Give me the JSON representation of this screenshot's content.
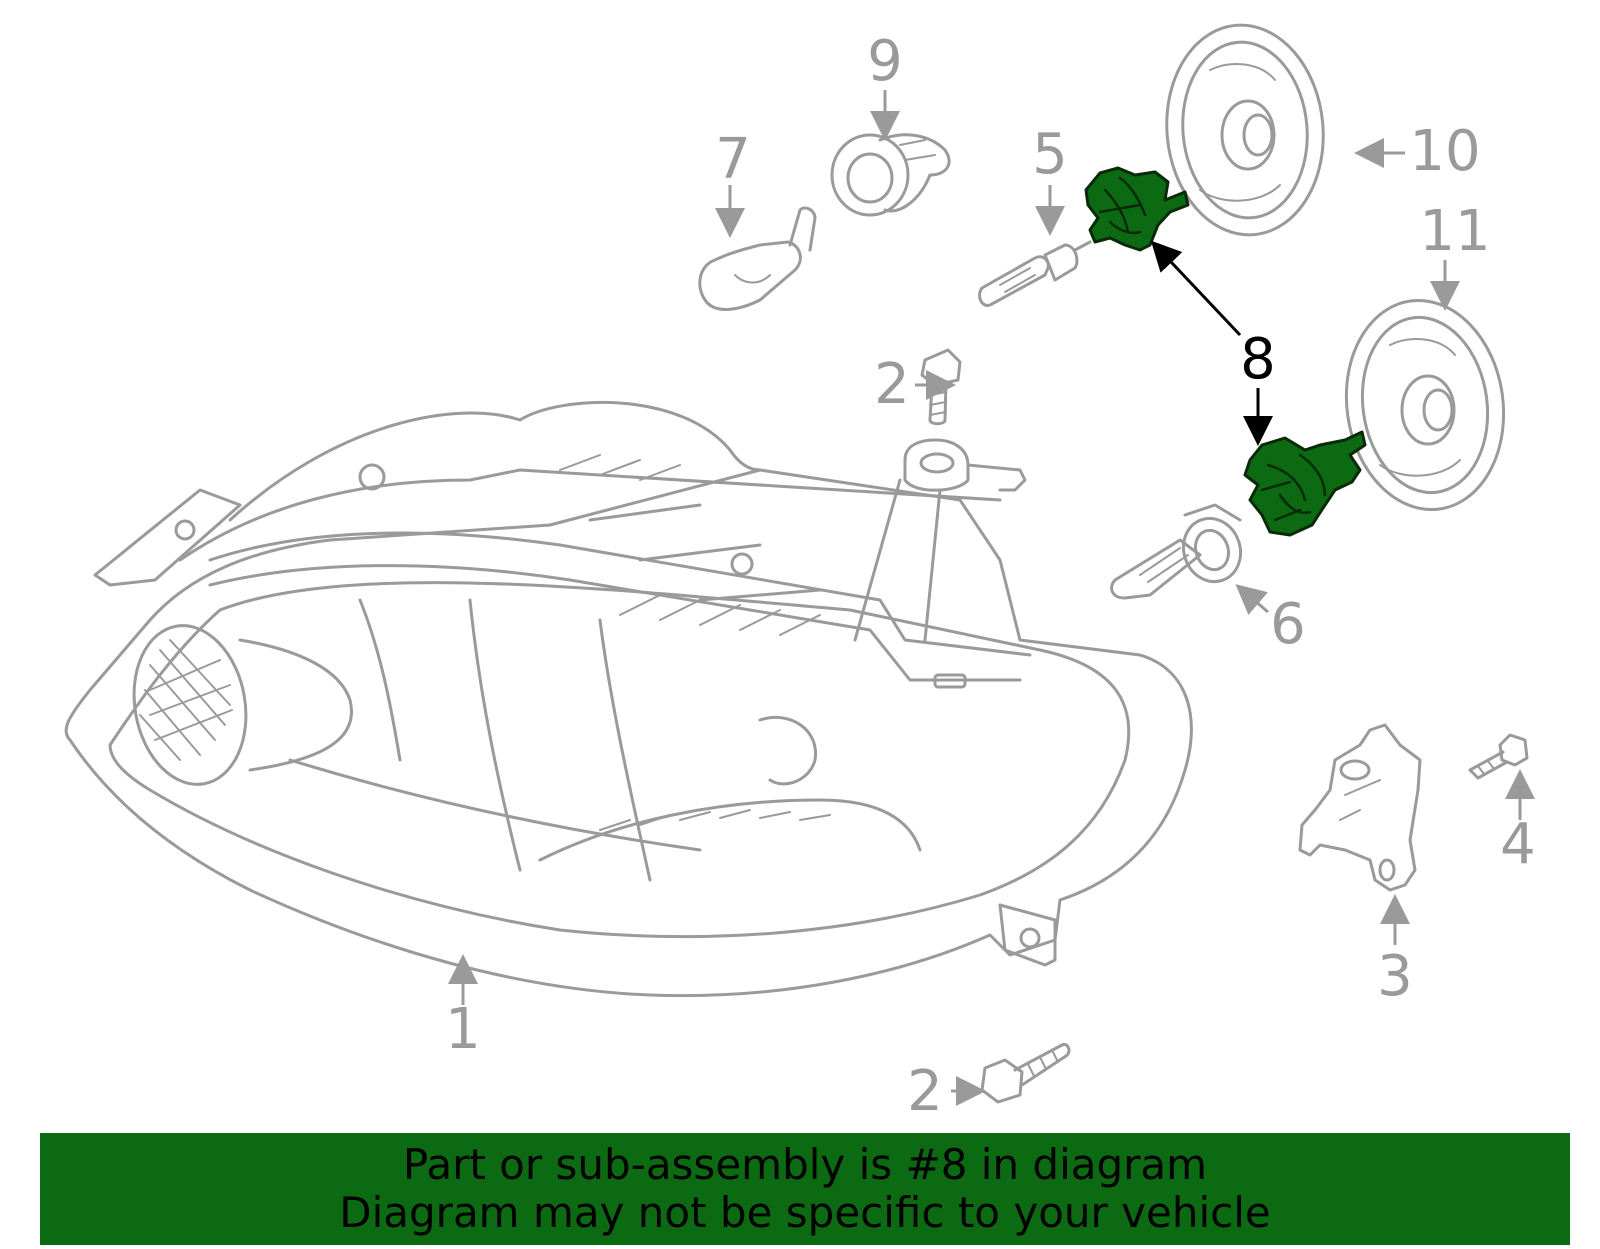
{
  "diagram": {
    "callouts": [
      {
        "id": "1",
        "text": "1"
      },
      {
        "id": "2a",
        "text": "2"
      },
      {
        "id": "2b",
        "text": "2"
      },
      {
        "id": "3",
        "text": "3"
      },
      {
        "id": "4",
        "text": "4"
      },
      {
        "id": "5",
        "text": "5"
      },
      {
        "id": "6",
        "text": "6"
      },
      {
        "id": "7",
        "text": "7"
      },
      {
        "id": "8",
        "text": "8",
        "highlighted": true
      },
      {
        "id": "9",
        "text": "9"
      },
      {
        "id": "10",
        "text": "10"
      },
      {
        "id": "11",
        "text": "11"
      }
    ],
    "highlight_color": "#0c6a12",
    "line_color": "#9a9a9a"
  },
  "banner": {
    "line1": "Part or sub-assembly is #8 in diagram",
    "line2": "Diagram may not be specific to your vehicle"
  }
}
